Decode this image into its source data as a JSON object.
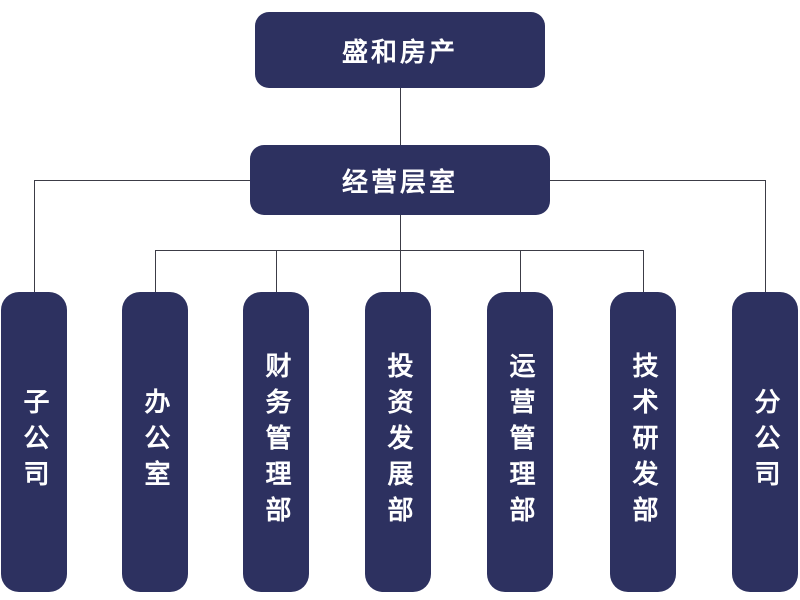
{
  "org_chart": {
    "root": {
      "label": "盛和房产"
    },
    "level2": {
      "label": "经营层室"
    },
    "departments": [
      {
        "label": "子公司"
      },
      {
        "label": "办公室"
      },
      {
        "label": "财务管理部"
      },
      {
        "label": "投资发展部"
      },
      {
        "label": "运营管理部"
      },
      {
        "label": "技术研发部"
      },
      {
        "label": "分公司"
      }
    ],
    "colors": {
      "node_fill": "#2d3160",
      "node_text": "#ffffff",
      "connector": "#3c3c46",
      "background": "#ffffff"
    }
  }
}
